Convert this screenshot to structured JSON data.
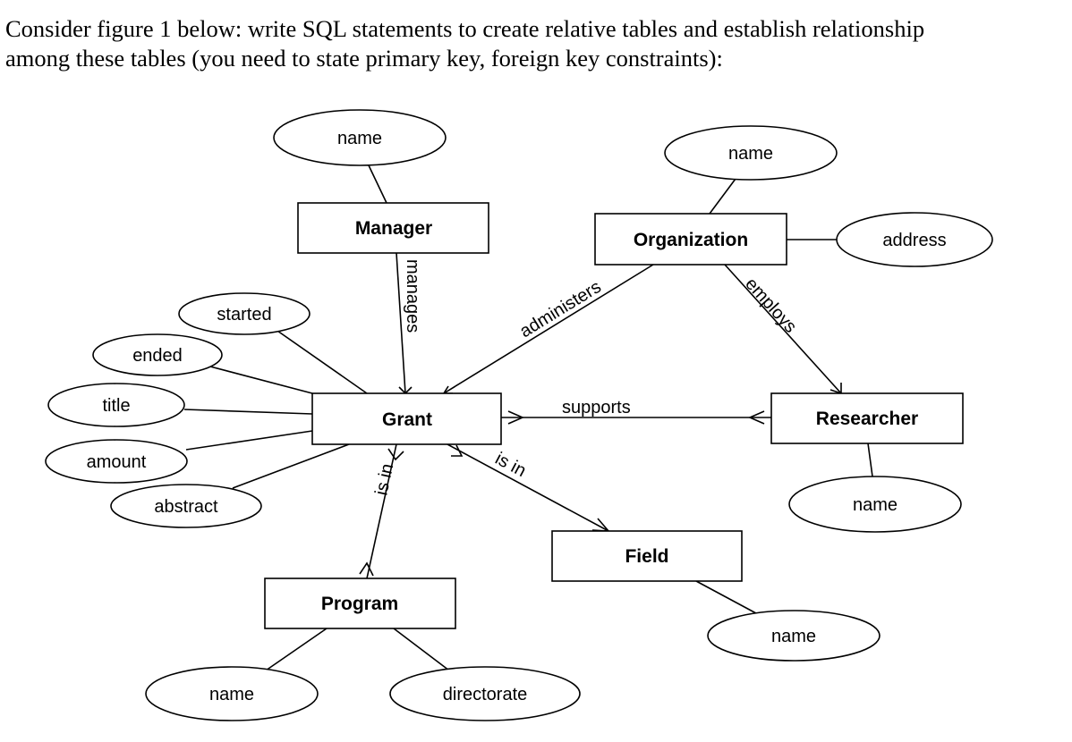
{
  "question": {
    "line1": "Consider figure 1 below: write SQL statements to create relative tables and establish relationship",
    "line2": "among these tables (you need to state primary key, foreign key constraints):"
  },
  "diagram": {
    "entities": {
      "manager": "Manager",
      "organization": "Organization",
      "grant": "Grant",
      "researcher": "Researcher",
      "field": "Field",
      "program": "Program"
    },
    "attributes": {
      "manager_name": "name",
      "organization_name": "name",
      "organization_address": "address",
      "grant_started": "started",
      "grant_ended": "ended",
      "grant_title": "title",
      "grant_amount": "amount",
      "grant_abstract": "abstract",
      "researcher_name": "name",
      "field_name": "name",
      "program_name": "name",
      "program_directorate": "directorate"
    },
    "relationships": {
      "manages": "manages",
      "administers": "administers",
      "employs": "employs",
      "supports": "supports",
      "grant_program_is_in": "is in",
      "grant_field_is_in": "is in"
    }
  }
}
